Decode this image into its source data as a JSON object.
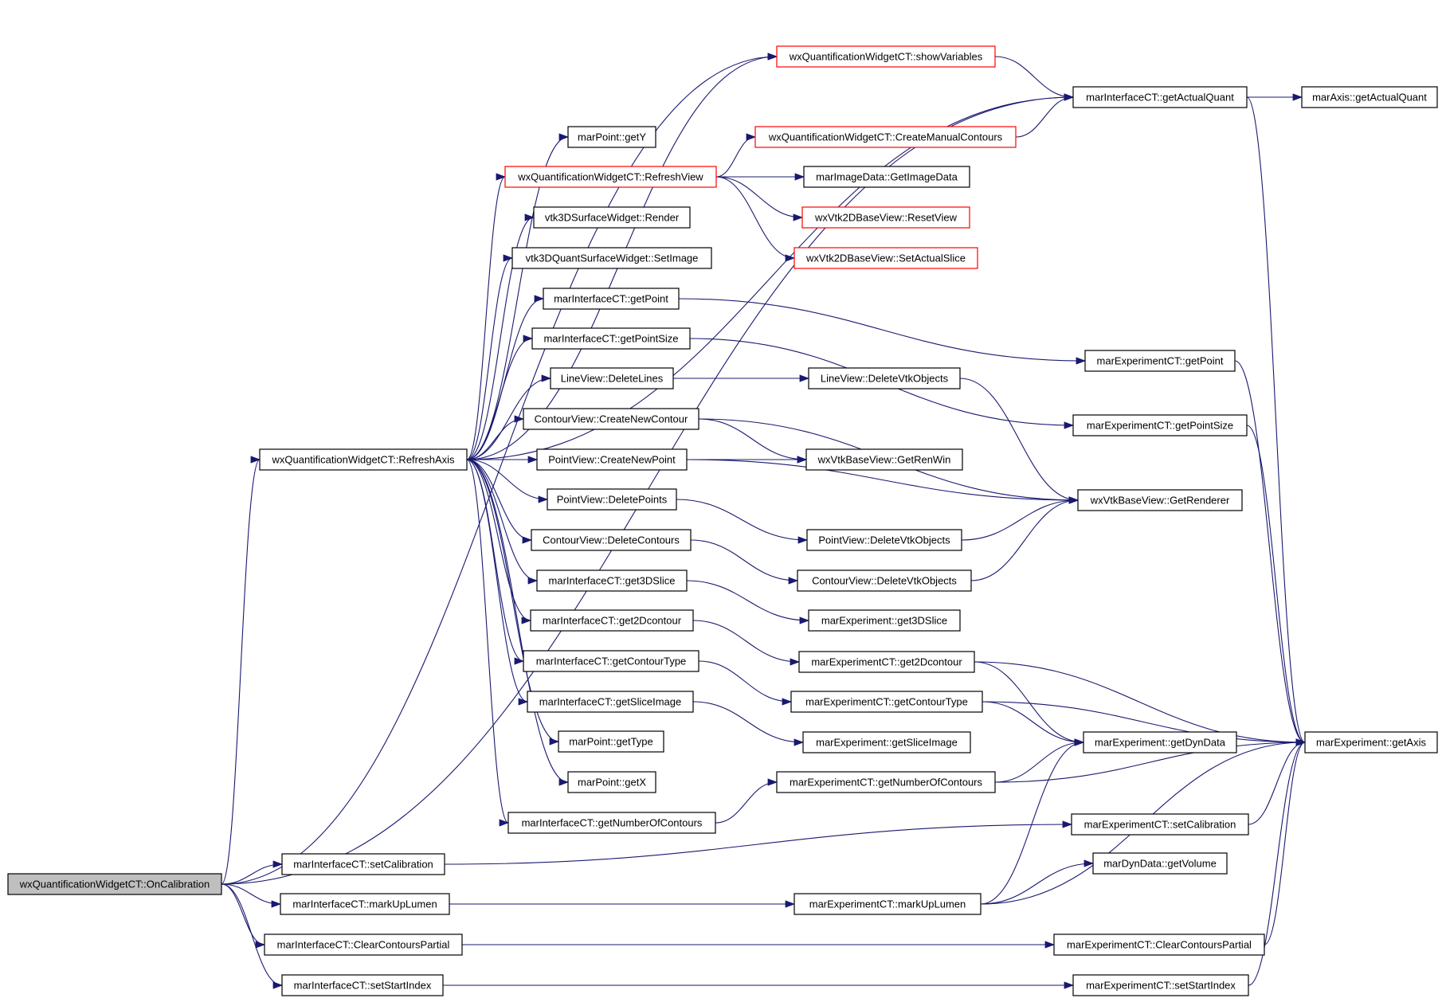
{
  "nodes": [
    {
      "id": "onCal",
      "label": "wxQuantificationWidgetCT::OnCalibration",
      "style": "root"
    },
    {
      "id": "refreshAxis",
      "label": "wxQuantificationWidgetCT::RefreshAxis",
      "style": "normal"
    },
    {
      "id": "setCalIf",
      "label": "marInterfaceCT::setCalibration",
      "style": "normal"
    },
    {
      "id": "markUpIf",
      "label": "marInterfaceCT::markUpLumen",
      "style": "normal"
    },
    {
      "id": "clearIf",
      "label": "marInterfaceCT::ClearContoursPartial",
      "style": "normal"
    },
    {
      "id": "startIf",
      "label": "marInterfaceCT::setStartIndex",
      "style": "normal"
    },
    {
      "id": "showVars",
      "label": "wxQuantificationWidgetCT::showVariables",
      "style": "red"
    },
    {
      "id": "getY",
      "label": "marPoint::getY",
      "style": "normal"
    },
    {
      "id": "refreshView",
      "label": "wxQuantificationWidgetCT::RefreshView",
      "style": "red"
    },
    {
      "id": "render",
      "label": "vtk3DSurfaceWidget::Render",
      "style": "normal"
    },
    {
      "id": "setImage",
      "label": "vtk3DQuantSurfaceWidget::SetImage",
      "style": "normal"
    },
    {
      "id": "getPointIf",
      "label": "marInterfaceCT::getPoint",
      "style": "normal"
    },
    {
      "id": "getPointSizeIf",
      "label": "marInterfaceCT::getPointSize",
      "style": "normal"
    },
    {
      "id": "deleteLines",
      "label": "LineView::DeleteLines",
      "style": "normal"
    },
    {
      "id": "createContour",
      "label": "ContourView::CreateNewContour",
      "style": "normal"
    },
    {
      "id": "createPoint",
      "label": "PointView::CreateNewPoint",
      "style": "normal"
    },
    {
      "id": "deletePoints",
      "label": "PointView::DeletePoints",
      "style": "normal"
    },
    {
      "id": "deleteContours",
      "label": "ContourView::DeleteContours",
      "style": "normal"
    },
    {
      "id": "get3DSliceIf",
      "label": "marInterfaceCT::get3DSlice",
      "style": "normal"
    },
    {
      "id": "get2DcontourIf",
      "label": "marInterfaceCT::get2Dcontour",
      "style": "normal"
    },
    {
      "id": "getContourTypeIf",
      "label": "marInterfaceCT::getContourType",
      "style": "normal"
    },
    {
      "id": "getSliceImageIf",
      "label": "marInterfaceCT::getSliceImage",
      "style": "normal"
    },
    {
      "id": "getType",
      "label": "marPoint::getType",
      "style": "normal"
    },
    {
      "id": "getX",
      "label": "marPoint::getX",
      "style": "normal"
    },
    {
      "id": "getNumIf",
      "label": "marInterfaceCT::getNumberOfContours",
      "style": "normal"
    },
    {
      "id": "createManual",
      "label": "wxQuantificationWidgetCT::CreateManualContours",
      "style": "red"
    },
    {
      "id": "getImageData",
      "label": "marImageData::GetImageData",
      "style": "normal"
    },
    {
      "id": "resetView",
      "label": "wxVtk2DBaseView::ResetView",
      "style": "red"
    },
    {
      "id": "setActualSlice",
      "label": "wxVtk2DBaseView::SetActualSlice",
      "style": "red"
    },
    {
      "id": "lineDelVtk",
      "label": "LineView::DeleteVtkObjects",
      "style": "normal"
    },
    {
      "id": "getRenWin",
      "label": "wxVtkBaseView::GetRenWin",
      "style": "normal"
    },
    {
      "id": "pointDelVtk",
      "label": "PointView::DeleteVtkObjects",
      "style": "normal"
    },
    {
      "id": "contourDelVtk",
      "label": "ContourView::DeleteVtkObjects",
      "style": "normal"
    },
    {
      "id": "exp3DSlice",
      "label": "marExperiment::get3DSlice",
      "style": "normal"
    },
    {
      "id": "exp2Dcontour",
      "label": "marExperimentCT::get2Dcontour",
      "style": "normal"
    },
    {
      "id": "expContourType",
      "label": "marExperimentCT::getContourType",
      "style": "normal"
    },
    {
      "id": "expSliceImage",
      "label": "marExperiment::getSliceImage",
      "style": "normal"
    },
    {
      "id": "expNumContours",
      "label": "marExperimentCT::getNumberOfContours",
      "style": "normal"
    },
    {
      "id": "expMarkUp",
      "label": "marExperimentCT::markUpLumen",
      "style": "normal"
    },
    {
      "id": "getActualQuant",
      "label": "marInterfaceCT::getActualQuant",
      "style": "normal"
    },
    {
      "id": "expGetPoint",
      "label": "marExperimentCT::getPoint",
      "style": "normal"
    },
    {
      "id": "expGetPointSize",
      "label": "marExperimentCT::getPointSize",
      "style": "normal"
    },
    {
      "id": "getRenderer",
      "label": "wxVtkBaseView::GetRenderer",
      "style": "normal"
    },
    {
      "id": "getDynData",
      "label": "marExperiment::getDynData",
      "style": "normal"
    },
    {
      "id": "expSetCal",
      "label": "marExperimentCT::setCalibration",
      "style": "normal"
    },
    {
      "id": "getVolume",
      "label": "marDynData::getVolume",
      "style": "normal"
    },
    {
      "id": "expClear",
      "label": "marExperimentCT::ClearContoursPartial",
      "style": "normal"
    },
    {
      "id": "expStart",
      "label": "marExperimentCT::setStartIndex",
      "style": "normal"
    },
    {
      "id": "axisActualQuant",
      "label": "marAxis::getActualQuant",
      "style": "normal"
    },
    {
      "id": "getAxis",
      "label": "marExperiment::getAxis",
      "style": "normal"
    }
  ],
  "edges": [
    [
      "onCal",
      "refreshAxis"
    ],
    [
      "onCal",
      "setCalIf"
    ],
    [
      "onCal",
      "markUpIf"
    ],
    [
      "onCal",
      "clearIf"
    ],
    [
      "onCal",
      "startIf"
    ],
    [
      "onCal",
      "showVars"
    ],
    [
      "onCal",
      "getActualQuant"
    ],
    [
      "refreshAxis",
      "getActualQuant"
    ],
    [
      "refreshAxis",
      "showVars"
    ],
    [
      "refreshAxis",
      "getY"
    ],
    [
      "refreshAxis",
      "refreshView"
    ],
    [
      "refreshAxis",
      "render"
    ],
    [
      "refreshAxis",
      "setImage"
    ],
    [
      "refreshAxis",
      "getPointIf"
    ],
    [
      "refreshAxis",
      "getPointSizeIf"
    ],
    [
      "refreshAxis",
      "deleteLines"
    ],
    [
      "refreshAxis",
      "createContour"
    ],
    [
      "refreshAxis",
      "createPoint"
    ],
    [
      "refreshAxis",
      "deletePoints"
    ],
    [
      "refreshAxis",
      "deleteContours"
    ],
    [
      "refreshAxis",
      "get3DSliceIf"
    ],
    [
      "refreshAxis",
      "get2DcontourIf"
    ],
    [
      "refreshAxis",
      "getContourTypeIf"
    ],
    [
      "refreshAxis",
      "getSliceImageIf"
    ],
    [
      "refreshAxis",
      "getType"
    ],
    [
      "refreshAxis",
      "getX"
    ],
    [
      "refreshAxis",
      "getNumIf"
    ],
    [
      "showVars",
      "getActualQuant"
    ],
    [
      "refreshView",
      "createManual"
    ],
    [
      "refreshView",
      "getImageData"
    ],
    [
      "refreshView",
      "resetView"
    ],
    [
      "refreshView",
      "setActualSlice"
    ],
    [
      "createManual",
      "getActualQuant"
    ],
    [
      "getActualQuant",
      "axisActualQuant"
    ],
    [
      "getActualQuant",
      "getAxis"
    ],
    [
      "getPointIf",
      "expGetPoint"
    ],
    [
      "getPointSizeIf",
      "expGetPointSize"
    ],
    [
      "deleteLines",
      "lineDelVtk"
    ],
    [
      "lineDelVtk",
      "getRenderer"
    ],
    [
      "createContour",
      "getRenWin"
    ],
    [
      "createContour",
      "getRenderer"
    ],
    [
      "createPoint",
      "getRenWin"
    ],
    [
      "createPoint",
      "getRenderer"
    ],
    [
      "deletePoints",
      "pointDelVtk"
    ],
    [
      "pointDelVtk",
      "getRenderer"
    ],
    [
      "deleteContours",
      "contourDelVtk"
    ],
    [
      "contourDelVtk",
      "getRenderer"
    ],
    [
      "get3DSliceIf",
      "exp3DSlice"
    ],
    [
      "get2DcontourIf",
      "exp2Dcontour"
    ],
    [
      "getContourTypeIf",
      "expContourType"
    ],
    [
      "getSliceImageIf",
      "expSliceImage"
    ],
    [
      "getNumIf",
      "expNumContours"
    ],
    [
      "expGetPoint",
      "getAxis"
    ],
    [
      "expGetPointSize",
      "getAxis"
    ],
    [
      "exp2Dcontour",
      "getDynData"
    ],
    [
      "exp2Dcontour",
      "getAxis"
    ],
    [
      "expContourType",
      "getDynData"
    ],
    [
      "expContourType",
      "getAxis"
    ],
    [
      "expNumContours",
      "getDynData"
    ],
    [
      "expNumContours",
      "getAxis"
    ],
    [
      "setCalIf",
      "expSetCal"
    ],
    [
      "expSetCal",
      "getAxis"
    ],
    [
      "markUpIf",
      "expMarkUp"
    ],
    [
      "expMarkUp",
      "getVolume"
    ],
    [
      "expMarkUp",
      "getDynData"
    ],
    [
      "expMarkUp",
      "getAxis"
    ],
    [
      "clearIf",
      "expClear"
    ],
    [
      "expClear",
      "getAxis"
    ],
    [
      "startIf",
      "expStart"
    ],
    [
      "expStart",
      "getAxis"
    ]
  ]
}
